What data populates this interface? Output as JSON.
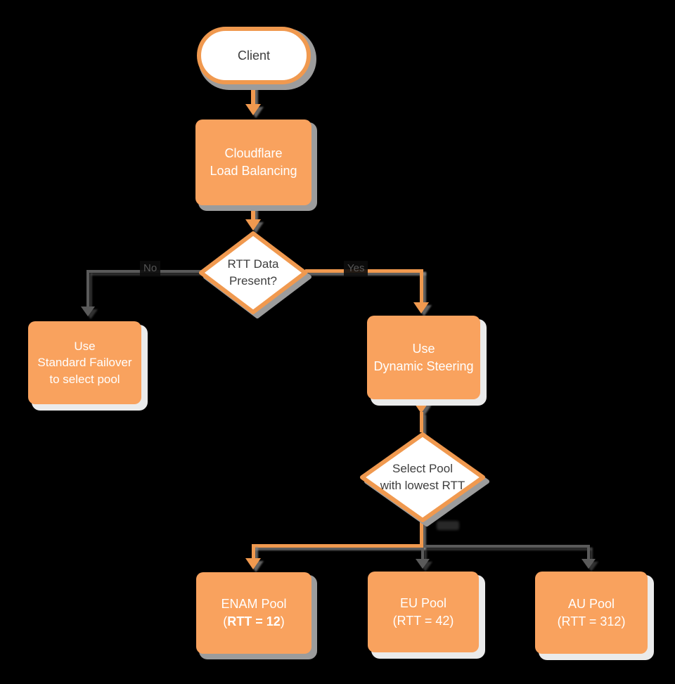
{
  "diagram": {
    "title_hint": "Cloudflare Load Balancing dynamic steering flowchart",
    "colors": {
      "background": "#000000",
      "orange_fill": "#F9A25E",
      "orange_stroke": "#F0994F",
      "gray_line": "#5A5A5A",
      "shadow_gray": "#9C9C9C",
      "shadow_light": "#EBEBEB",
      "text_dark": "#3E3E3E",
      "text_light": "#FFFFFF"
    },
    "nodes": {
      "client": {
        "label": "Client"
      },
      "load_balancing": {
        "line1": "Cloudflare",
        "line2": "Load Balancing"
      },
      "rtt_decision": {
        "line1": "RTT Data",
        "line2": "Present?"
      },
      "standard_failover": {
        "line1": "Use",
        "line2": "Standard Failover",
        "line3": "to select pool"
      },
      "dynamic_steering": {
        "line1": "Use",
        "line2": "Dynamic Steering"
      },
      "select_pool": {
        "line1": "Select Pool",
        "line2": "with lowest RTT"
      },
      "enam_pool": {
        "line1": "ENAM Pool",
        "open_paren": "(",
        "rtt_bold": "RTT = 12",
        "close_paren": ")"
      },
      "eu_pool": {
        "line1": "EU Pool",
        "line2": "(RTT = 42)"
      },
      "au_pool": {
        "line1": "AU Pool",
        "line2": "(RTT = 312)"
      }
    },
    "edge_labels": {
      "no": "No",
      "yes": "Yes"
    }
  }
}
